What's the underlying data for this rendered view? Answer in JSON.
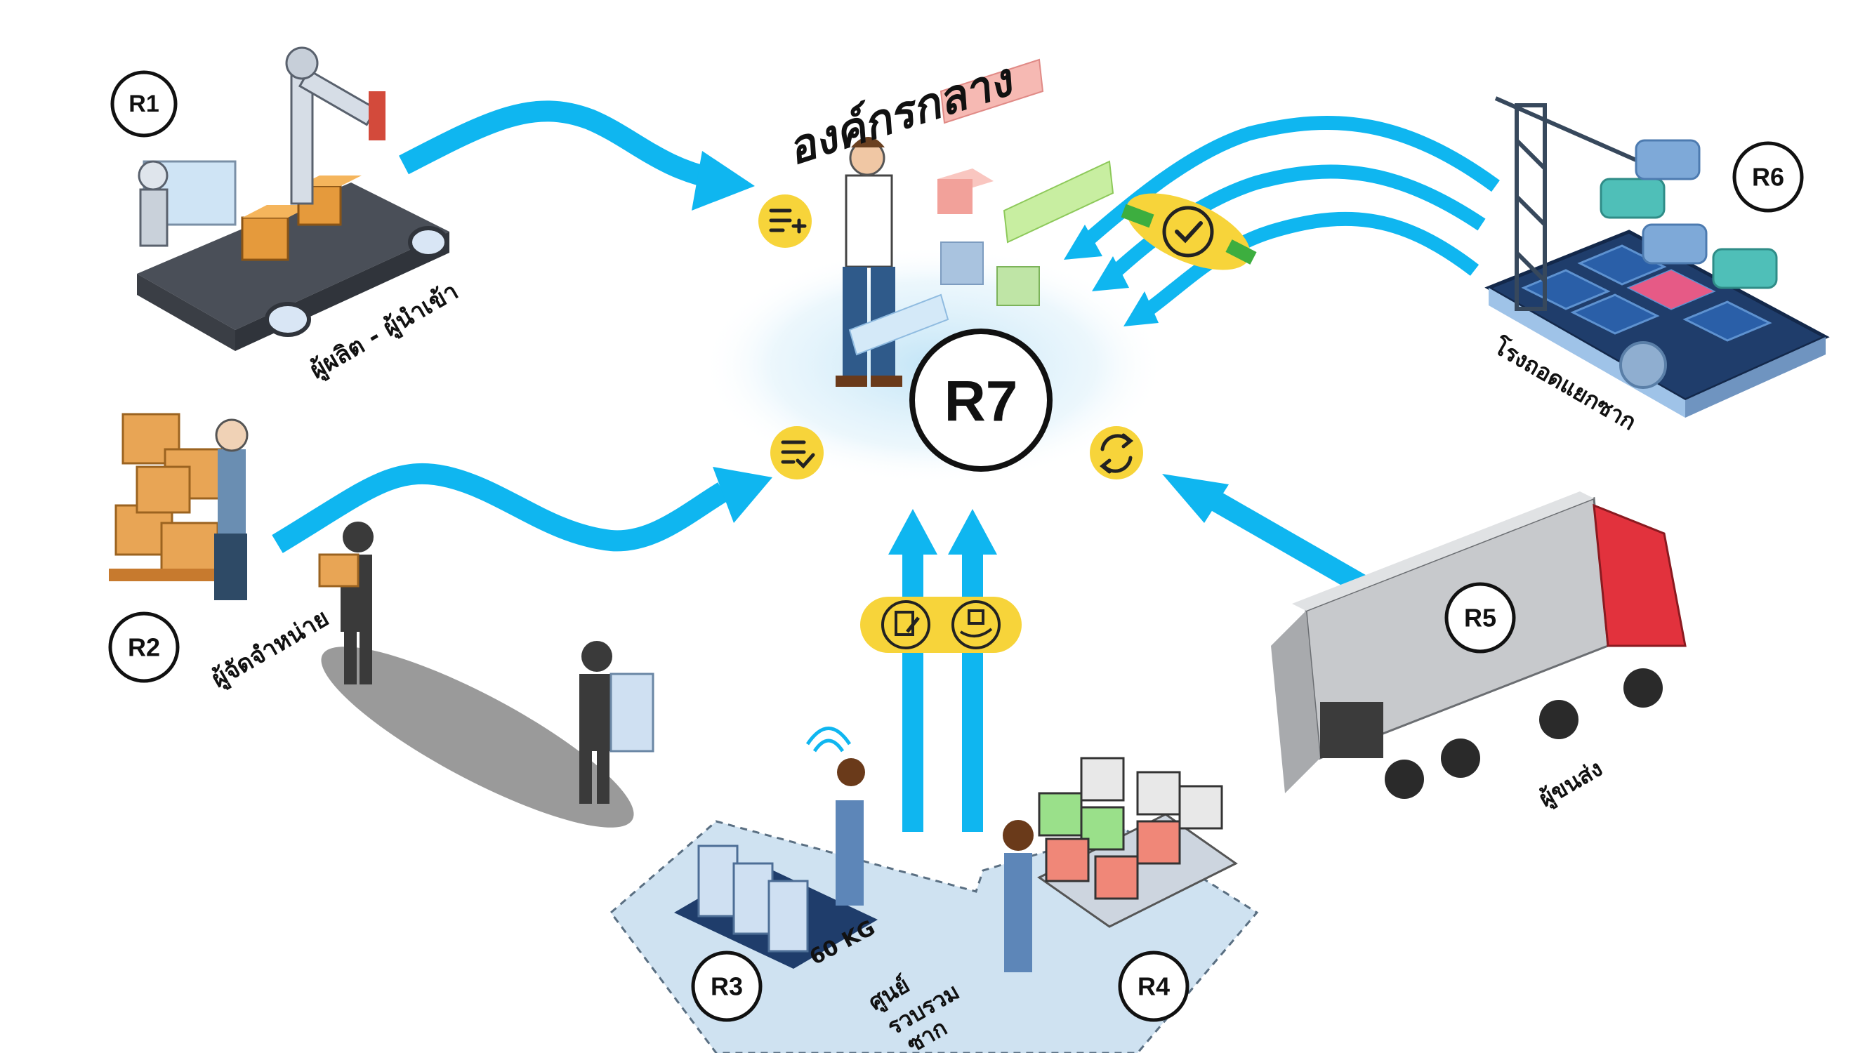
{
  "title": "องค์กรกลาง",
  "center": {
    "label": "R7"
  },
  "nodes": [
    {
      "id": "R1",
      "label": "R1",
      "caption": "ผู้ผลิต - ผู้นำเข้า"
    },
    {
      "id": "R2",
      "label": "R2",
      "caption": "ผู้จัดจำหน่าย"
    },
    {
      "id": "R3",
      "label": "R3",
      "caption_lines": [
        "ศูนย์",
        "รวบรวม",
        "ซาก"
      ]
    },
    {
      "id": "R4",
      "label": "R4"
    },
    {
      "id": "R5",
      "label": "R5",
      "caption": "ผู้ขนส่ง"
    },
    {
      "id": "R6",
      "label": "R6",
      "caption": "โรงถอดแยกซาก"
    }
  ],
  "scale_label": "60 KG",
  "icons": [
    "add-list-icon",
    "check-list-icon",
    "recycle-icon",
    "checkmark-icon",
    "edit-document-icon",
    "hand-box-icon"
  ],
  "colors": {
    "arrow": "#0fb6f0",
    "badge": "#f7d43a",
    "badge_green": "#3dae3f",
    "circle_border": "#111111"
  }
}
